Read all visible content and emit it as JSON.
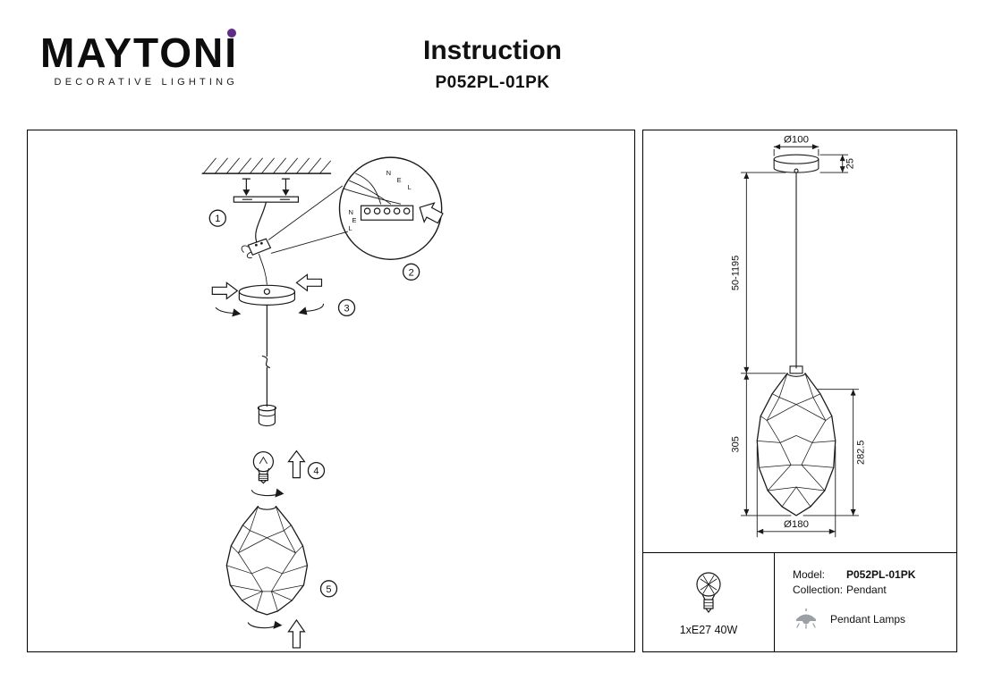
{
  "header": {
    "brand": "MAYTONI",
    "brand_sub": "DECORATIVE LIGHTING",
    "title": "Instruction",
    "model": "P052PL-01PK"
  },
  "assembly": {
    "steps": [
      "1",
      "2",
      "3",
      "4",
      "5"
    ],
    "wiring_labels": [
      "N",
      "E",
      "L"
    ]
  },
  "dimensions": {
    "canopy_diameter": "Ø100",
    "canopy_height": "25",
    "suspension_length": "50-1195",
    "shade_height": "305",
    "glass_height": "282.5",
    "shade_diameter": "Ø180"
  },
  "specs": {
    "lamp": "1xE27 40W",
    "model_label": "Model:",
    "model_value": "P052PL-01PK",
    "collection_label": "Collection:",
    "collection_value": "Pendant",
    "category": "Pendant Lamps"
  },
  "colors": {
    "accent_purple": "#5f2c87",
    "line": "#1a1a1a",
    "icon_gray": "#9aa0a6"
  }
}
